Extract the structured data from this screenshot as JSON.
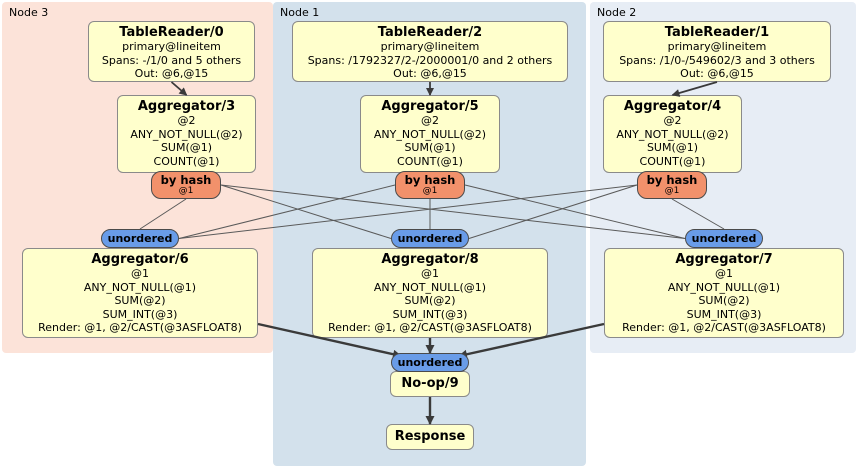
{
  "regions": [
    {
      "id": "node3",
      "label": "Node 3"
    },
    {
      "id": "node1",
      "label": "Node 1"
    },
    {
      "id": "node2",
      "label": "Node 2"
    }
  ],
  "processors": {
    "tr0": {
      "title": "TableReader/0",
      "lines": [
        "primary@lineitem",
        "Spans: -/1/0 and 5 others",
        "Out: @6,@15"
      ]
    },
    "tr2": {
      "title": "TableReader/2",
      "lines": [
        "primary@lineitem",
        "Spans: /1792327/2-/2000001/0 and 2 others",
        "Out: @6,@15"
      ]
    },
    "tr1": {
      "title": "TableReader/1",
      "lines": [
        "primary@lineitem",
        "Spans: /1/0-/549602/3 and 3 others",
        "Out: @6,@15"
      ]
    },
    "agg3": {
      "title": "Aggregator/3",
      "lines": [
        "@2",
        "ANY_NOT_NULL(@2)",
        "SUM(@1)",
        "COUNT(@1)"
      ]
    },
    "agg5": {
      "title": "Aggregator/5",
      "lines": [
        "@2",
        "ANY_NOT_NULL(@2)",
        "SUM(@1)",
        "COUNT(@1)"
      ]
    },
    "agg4": {
      "title": "Aggregator/4",
      "lines": [
        "@2",
        "ANY_NOT_NULL(@2)",
        "SUM(@1)",
        "COUNT(@1)"
      ]
    },
    "agg6": {
      "title": "Aggregator/6",
      "lines": [
        "@1",
        "ANY_NOT_NULL(@1)",
        "SUM(@2)",
        "SUM_INT(@3)",
        "Render: @1, @2/CAST(@3ASFLOAT8)"
      ]
    },
    "agg8": {
      "title": "Aggregator/8",
      "lines": [
        "@1",
        "ANY_NOT_NULL(@1)",
        "SUM(@2)",
        "SUM_INT(@3)",
        "Render: @1, @2/CAST(@3ASFLOAT8)"
      ]
    },
    "agg7": {
      "title": "Aggregator/7",
      "lines": [
        "@1",
        "ANY_NOT_NULL(@1)",
        "SUM(@2)",
        "SUM_INT(@3)",
        "Render: @1, @2/CAST(@3ASFLOAT8)"
      ]
    },
    "noop": {
      "title": "No-op/9",
      "lines": []
    },
    "resp": {
      "title": "Response",
      "lines": []
    }
  },
  "routers": {
    "r3": {
      "label": "by hash",
      "sub": "@1"
    },
    "r5": {
      "label": "by hash",
      "sub": "@1"
    },
    "r4": {
      "label": "by hash",
      "sub": "@1"
    }
  },
  "syncs": {
    "s6": {
      "label": "unordered"
    },
    "s8": {
      "label": "unordered"
    },
    "s7": {
      "label": "unordered"
    },
    "sF": {
      "label": "unordered"
    }
  },
  "edges": [
    {
      "from": "tr0",
      "to": "agg3",
      "style": "mid",
      "arrow": true
    },
    {
      "from": "tr2",
      "to": "agg5",
      "style": "mid",
      "arrow": true
    },
    {
      "from": "tr1",
      "to": "agg4",
      "style": "mid",
      "arrow": true
    },
    {
      "from": "r3",
      "to": "s6",
      "style": "thin"
    },
    {
      "from": "r3",
      "to": "s8",
      "style": "thin",
      "fa": "right",
      "ta": "left"
    },
    {
      "from": "r3",
      "to": "s7",
      "style": "thin",
      "fa": "right",
      "ta": "left"
    },
    {
      "from": "r5",
      "to": "s6",
      "style": "thin",
      "fa": "left",
      "ta": "right"
    },
    {
      "from": "r5",
      "to": "s8",
      "style": "thin"
    },
    {
      "from": "r5",
      "to": "s7",
      "style": "thin",
      "fa": "right",
      "ta": "left"
    },
    {
      "from": "r4",
      "to": "s6",
      "style": "thin",
      "fa": "left",
      "ta": "right"
    },
    {
      "from": "r4",
      "to": "s8",
      "style": "thin",
      "fa": "left",
      "ta": "right"
    },
    {
      "from": "r4",
      "to": "s7",
      "style": "thin"
    },
    {
      "from": "agg6",
      "to": "sF",
      "style": "thick",
      "fa": "right-low",
      "ta": "top-left",
      "arrow": true
    },
    {
      "from": "agg8",
      "to": "sF",
      "style": "thick",
      "arrow": true
    },
    {
      "from": "agg7",
      "to": "sF",
      "style": "thick",
      "fa": "left-low",
      "ta": "top-right",
      "arrow": true
    },
    {
      "from": "noop",
      "to": "resp",
      "style": "thick",
      "arrow": true
    }
  ],
  "colors": {
    "node3_bg": "#fce3d9",
    "node1_bg": "#d3e1ec",
    "node2_bg": "#e7edf5",
    "proc_fill": "#ffffcc",
    "proc_border": "#8a8a8a",
    "router_fill": "#f2916b",
    "sync_fill": "#699ce8",
    "shape_border": "#4a4a4a",
    "edge_thin": "#5a5a5a",
    "edge_thick": "#3a3a3a"
  }
}
